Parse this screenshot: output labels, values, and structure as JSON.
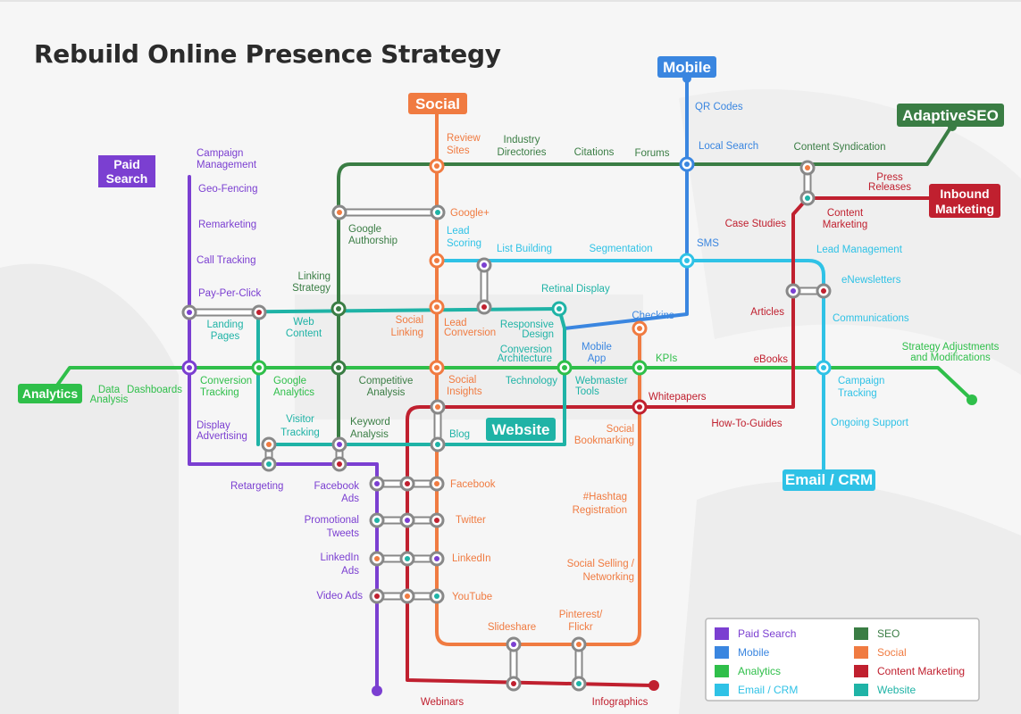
{
  "title": "Rebuild Online Presence Strategy",
  "colors": {
    "paid_search": "#7b3fd1",
    "mobile": "#3a86e0",
    "analytics": "#2fbf4a",
    "email_crm": "#2fc2e6",
    "seo": "#3a7d44",
    "social": "#f07b41",
    "content_marketing": "#c0202f",
    "website": "#1fb3a6"
  },
  "terminals": {
    "paid_search": [
      "Paid",
      "Search"
    ],
    "social": "Social",
    "mobile": "Mobile",
    "adaptive_seo": "AdaptiveSEO",
    "inbound": [
      "Inbound",
      "Marketing"
    ],
    "analytics": "Analytics",
    "website": "Website",
    "email_crm": "Email / CRM"
  },
  "labels": {
    "campaign_management": [
      "Campaign",
      "Management"
    ],
    "geo_fencing": "Geo-Fencing",
    "remarketing": "Remarketing",
    "call_tracking": "Call Tracking",
    "pay_per_click": "Pay-Per-Click",
    "landing_pages": [
      "Landing",
      "Pages"
    ],
    "conversion_tracking": [
      "Conversion",
      "Tracking"
    ],
    "display_advertising": [
      "Display",
      "Advertising"
    ],
    "retargeting": "Retargeting",
    "facebook_ads": [
      "Facebook",
      "Ads"
    ],
    "promotional_tweets": [
      "Promotional",
      "Tweets"
    ],
    "linkedin_ads": [
      "LinkedIn",
      "Ads"
    ],
    "video_ads": "Video Ads",
    "review_sites": [
      "Review",
      "Sites"
    ],
    "google_plus": "Google+",
    "lead_scoring": [
      "Lead",
      "Scoring"
    ],
    "social_linking": [
      "Social",
      "Linking"
    ],
    "lead_conversion": [
      "Lead",
      "Conversion"
    ],
    "social_insights": [
      "Social",
      "Insights"
    ],
    "blog": "Blog",
    "facebook": "Facebook",
    "twitter": "Twitter",
    "linkedin": "LinkedIn",
    "youtube": "YouTube",
    "slideshare": "Slideshare",
    "pinterest_flickr": [
      "Pinterest/",
      "Flickr"
    ],
    "social_selling": [
      "Social Selling /",
      "Networking"
    ],
    "hashtag_registration": [
      "#Hashtag",
      "Registration"
    ],
    "social_bookmarking": [
      "Social",
      "Bookmarking"
    ],
    "webinars": "Webinars",
    "infographics": "Infographics",
    "industry_directories": [
      "Industry",
      "Directories"
    ],
    "citations": "Citations",
    "forums": "Forums",
    "content_syndication": "Content Syndication",
    "google_authorship": [
      "Google",
      "Authorship"
    ],
    "linking_strategy": [
      "Linking",
      "Strategy"
    ],
    "web_content": [
      "Web",
      "Content"
    ],
    "competitive_analysis": [
      "Competitive",
      "Analysis"
    ],
    "keyword_analysis": [
      "Keyword",
      "Analysis"
    ],
    "google_analytics": [
      "Google",
      "Analytics"
    ],
    "visitor_tracking": [
      "Visitor",
      "Tracking"
    ],
    "qr_codes": "QR Codes",
    "local_search": "Local Search",
    "sms": "SMS",
    "checkins": "Checkins",
    "mobile_app": [
      "Mobile",
      "App"
    ],
    "list_building": "List Building",
    "segmentation": "Segmentation",
    "lead_management": "Lead Management",
    "enewsletters": "eNewsletters",
    "communications": "Communications",
    "ongoing_support": "Ongoing Support",
    "campaign_tracking": [
      "Campaign",
      "Tracking"
    ],
    "strategy_adjustments": [
      "Strategy Adjustments",
      "and Modifications"
    ],
    "kpis": "KPIs",
    "technology": "Technology",
    "webmaster_tools": [
      "Webmaster",
      "Tools"
    ],
    "data_analysis": [
      "Data",
      "Analysis"
    ],
    "dashboards": "Dashboards",
    "retinal_display": "Retinal Display",
    "responsive_design": [
      "Responsive",
      "Design"
    ],
    "conversion_architecture": [
      "Conversion",
      "Architecture"
    ],
    "press_releases": [
      "Press",
      "Releases"
    ],
    "content_marketing": [
      "Content",
      "Marketing"
    ],
    "case_studies": "Case Studies",
    "articles": "Articles",
    "ebooks": "eBooks",
    "whitepapers": "Whitepapers",
    "how_to_guides": "How-To-Guides"
  },
  "legend": [
    {
      "label": "Paid Search",
      "color": "#7b3fd1"
    },
    {
      "label": "Mobile",
      "color": "#3a86e0"
    },
    {
      "label": "Analytics",
      "color": "#2fbf4a"
    },
    {
      "label": "Email / CRM",
      "color": "#2fc2e6"
    },
    {
      "label": "SEO",
      "color": "#3a7d44"
    },
    {
      "label": "Social",
      "color": "#f07b41"
    },
    {
      "label": "Content Marketing",
      "color": "#c0202f"
    },
    {
      "label": "Website",
      "color": "#1fb3a6"
    }
  ]
}
